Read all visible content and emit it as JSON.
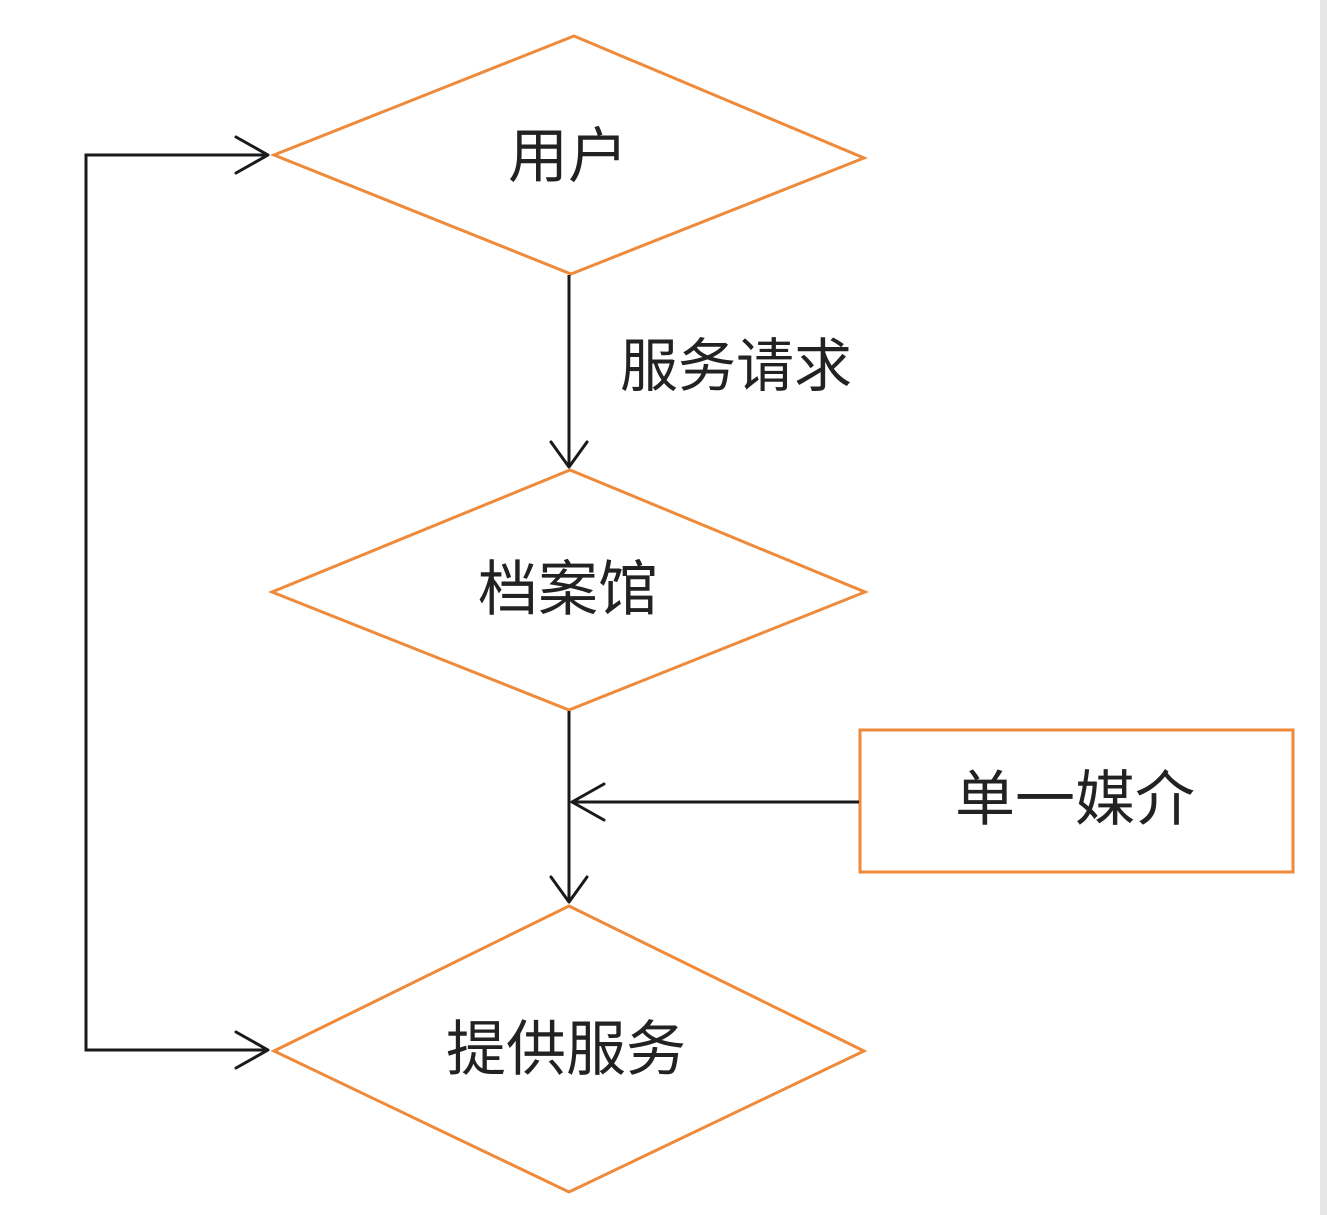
{
  "nodes": {
    "user": {
      "label": "用户",
      "shape": "diamond"
    },
    "archive": {
      "label": "档案馆",
      "shape": "diamond"
    },
    "single_media": {
      "label": "单一媒介",
      "shape": "rectangle"
    },
    "provide_service": {
      "label": "提供服务",
      "shape": "diamond"
    }
  },
  "edges": {
    "user_to_archive": {
      "label": "服务请求"
    }
  },
  "colors": {
    "node_outline": "#ee8a3a",
    "arrow": "#1a1a1a",
    "text": "#222222"
  }
}
